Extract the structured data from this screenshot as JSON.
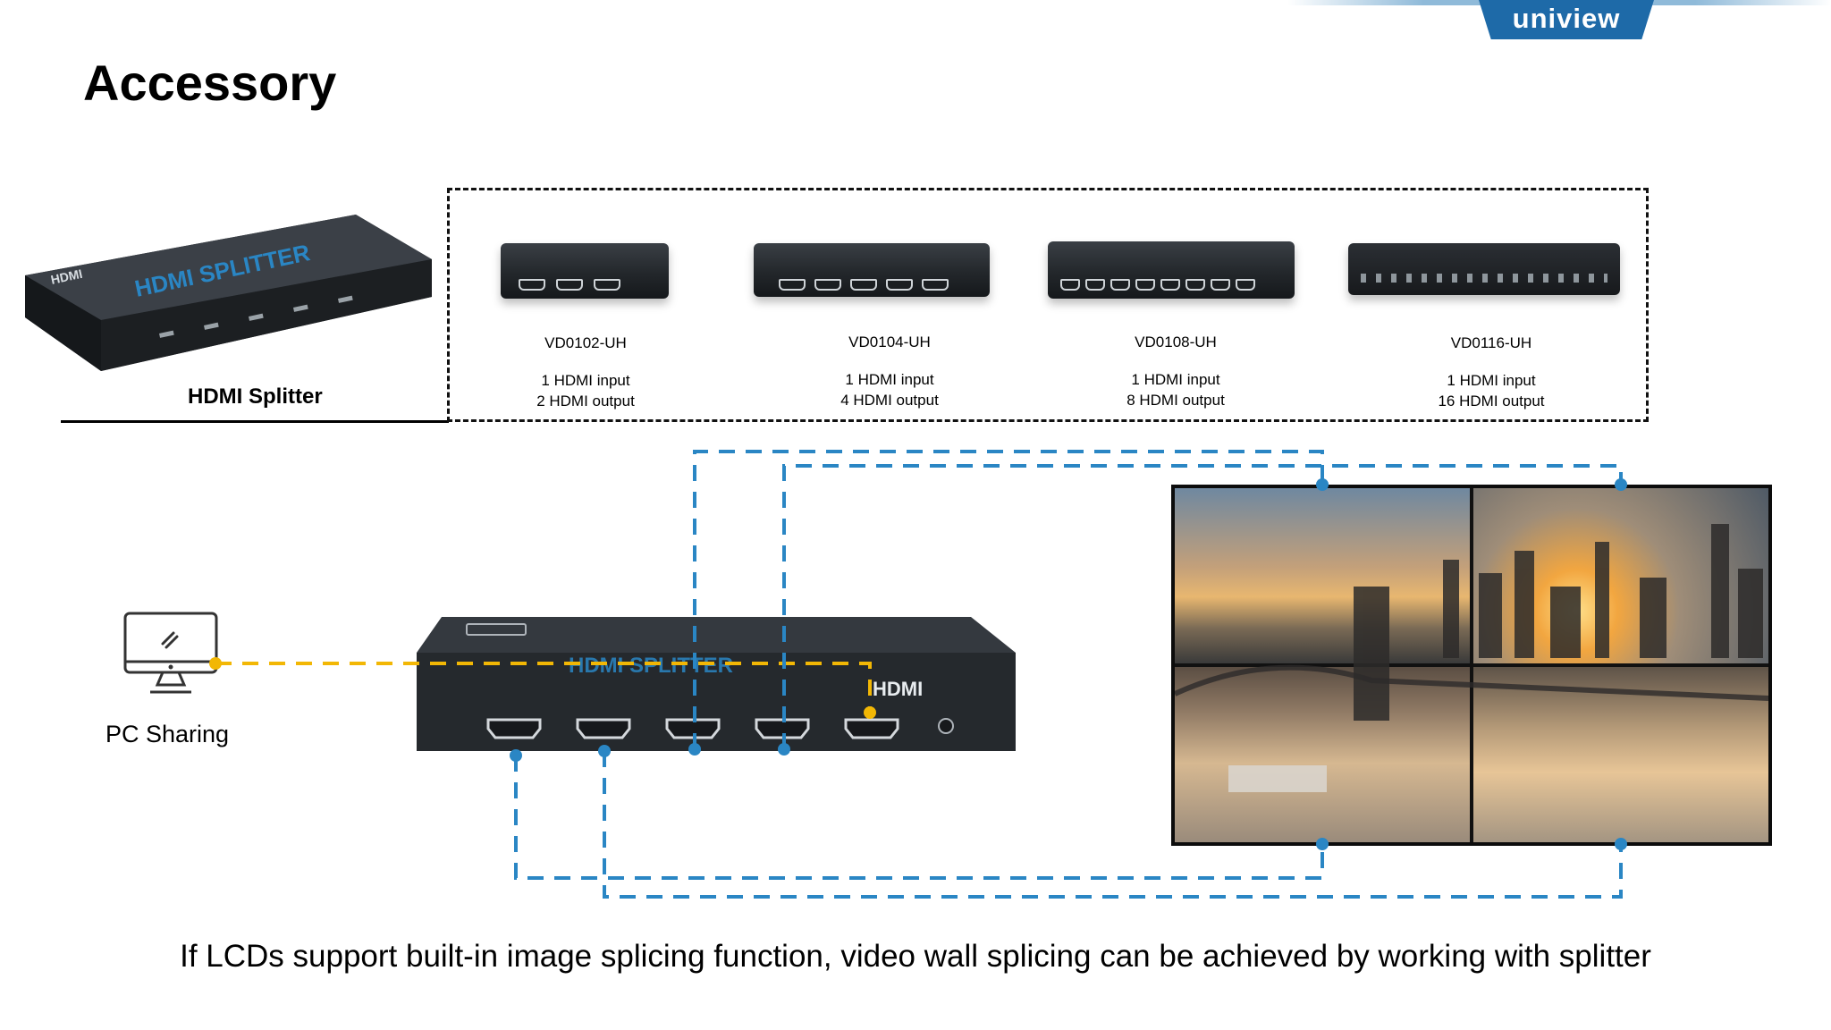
{
  "brand": {
    "logo_text": "uniview",
    "color": "#1e6aa8"
  },
  "page": {
    "title": "Accessory"
  },
  "splitter_family": {
    "caption": "HDMI Splitter",
    "models": [
      {
        "model": "VD0102-UH",
        "input": "1 HDMI input",
        "output": "2 HDMI output"
      },
      {
        "model": "VD0104-UH",
        "input": "1 HDMI input",
        "output": "4 HDMI output"
      },
      {
        "model": "VD0108-UH",
        "input": "1 HDMI input",
        "output": "8 HDMI output"
      },
      {
        "model": "VD0116-UH",
        "input": "1 HDMI input",
        "output": "16 HDMI output"
      }
    ]
  },
  "diagram": {
    "source_label": "PC Sharing",
    "source_icon": "monitor-icon",
    "device_icon": "hdmi-splitter-1x4",
    "display": "video-wall-2x2",
    "colors": {
      "source_cable": "#f2b705",
      "output_cable": "#2a86c4"
    }
  },
  "caption": "If LCDs support built-in image splicing function, video wall splicing can be achieved by working with splitter"
}
